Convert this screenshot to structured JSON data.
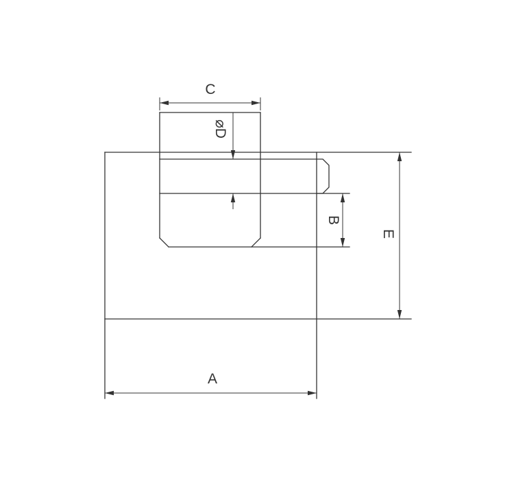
{
  "colors": {
    "background": "#ffffff",
    "line": "#333333",
    "text": "#333333"
  },
  "labels": {
    "dim_a": "A",
    "dim_b": "B",
    "dim_c": "C",
    "dim_d": "⌀D",
    "dim_e": "E"
  }
}
